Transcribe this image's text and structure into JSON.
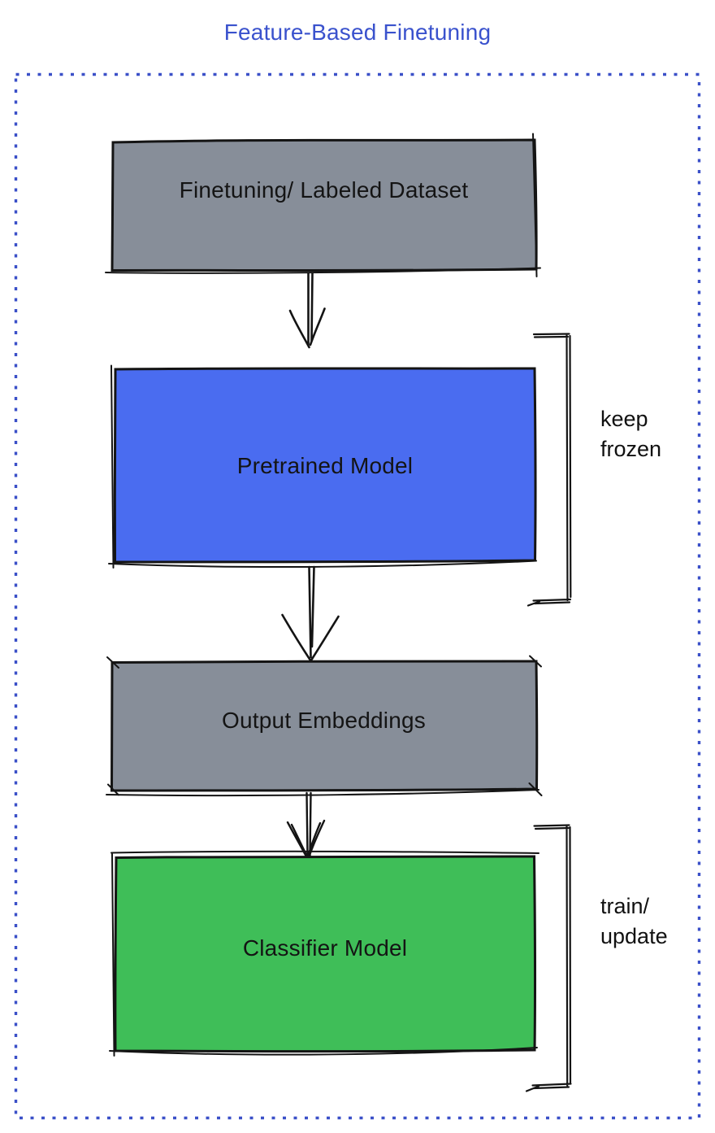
{
  "title": "Feature-Based Finetuning",
  "colors": {
    "title_blue": "#3a52cd",
    "dash_blue": "#3b50c8",
    "gray": "#878e99",
    "blue": "#4a6cf0",
    "green": "#3fbe58",
    "stroke": "#141414"
  },
  "boxes": [
    {
      "id": "dataset",
      "label": "Finetuning/ Labeled Dataset",
      "fill": "gray"
    },
    {
      "id": "pretrained",
      "label": "Pretrained Model",
      "fill": "blue"
    },
    {
      "id": "embeddings",
      "label": "Output Embeddings",
      "fill": "gray"
    },
    {
      "id": "classifier",
      "label": "Classifier Model",
      "fill": "green"
    }
  ],
  "annotations": [
    {
      "id": "keep-frozen",
      "lines": [
        "keep",
        "frozen"
      ]
    },
    {
      "id": "train-update",
      "lines": [
        "train/",
        "update"
      ]
    }
  ]
}
